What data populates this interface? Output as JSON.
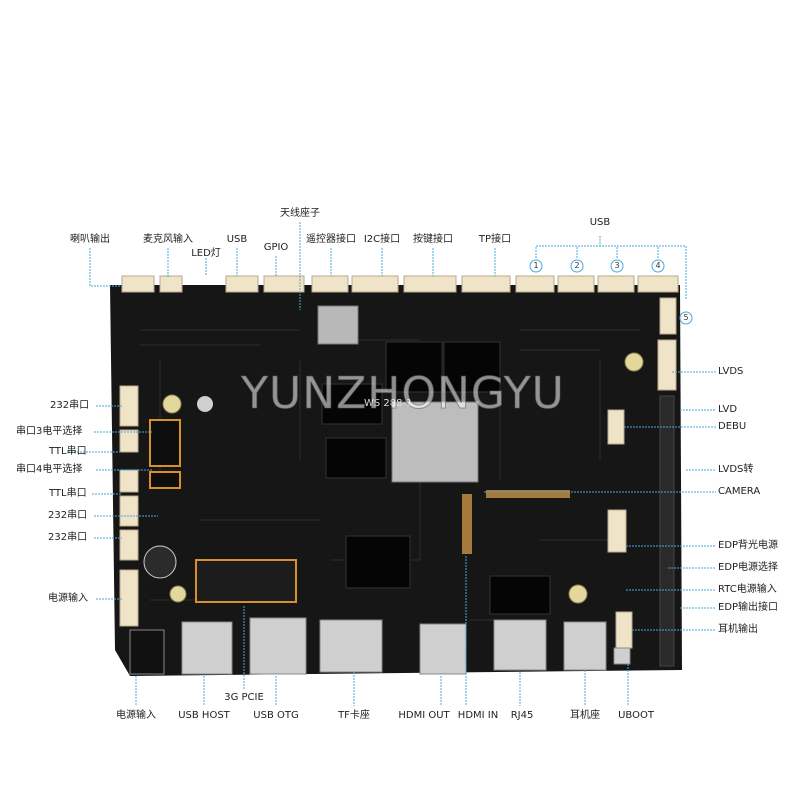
{
  "labels_top": [
    "喇叭输出",
    "麦克风输入",
    "LED灯",
    "USB",
    "GPIO",
    "天线座子",
    "遥控器接口",
    "I2C接口",
    "按键接口",
    "TP接口",
    "USB"
  ],
  "usb_port_numbers": [
    "1",
    "2",
    "3",
    "4",
    "5"
  ],
  "labels_left": [
    "232串口",
    "串口3电平选择",
    "TTL串口",
    "串口4电平选择",
    "TTL串口",
    "232串口",
    "232串口",
    "电源输入"
  ],
  "labels_right": [
    "LVDS",
    "LVD",
    "DEBU",
    "LVDS转",
    "CAMERA",
    "EDP背光电源",
    "EDP电源选择",
    "RTC电源输入",
    "EDP输出接口",
    "耳机输出"
  ],
  "labels_bottom": [
    "电源输入",
    "USB HOST",
    "3G PCIE",
    "USB OTG",
    "TF卡座",
    "HDMI OUT",
    "HDMI IN",
    "RJ45",
    "耳机座",
    "UBOOT"
  ],
  "chip_mark": "WS 288-1",
  "watermark": "YUNZHONGYU",
  "colors": {
    "board": "#141414",
    "connector": "#efe3c8",
    "leader": "#4aa9d8"
  }
}
